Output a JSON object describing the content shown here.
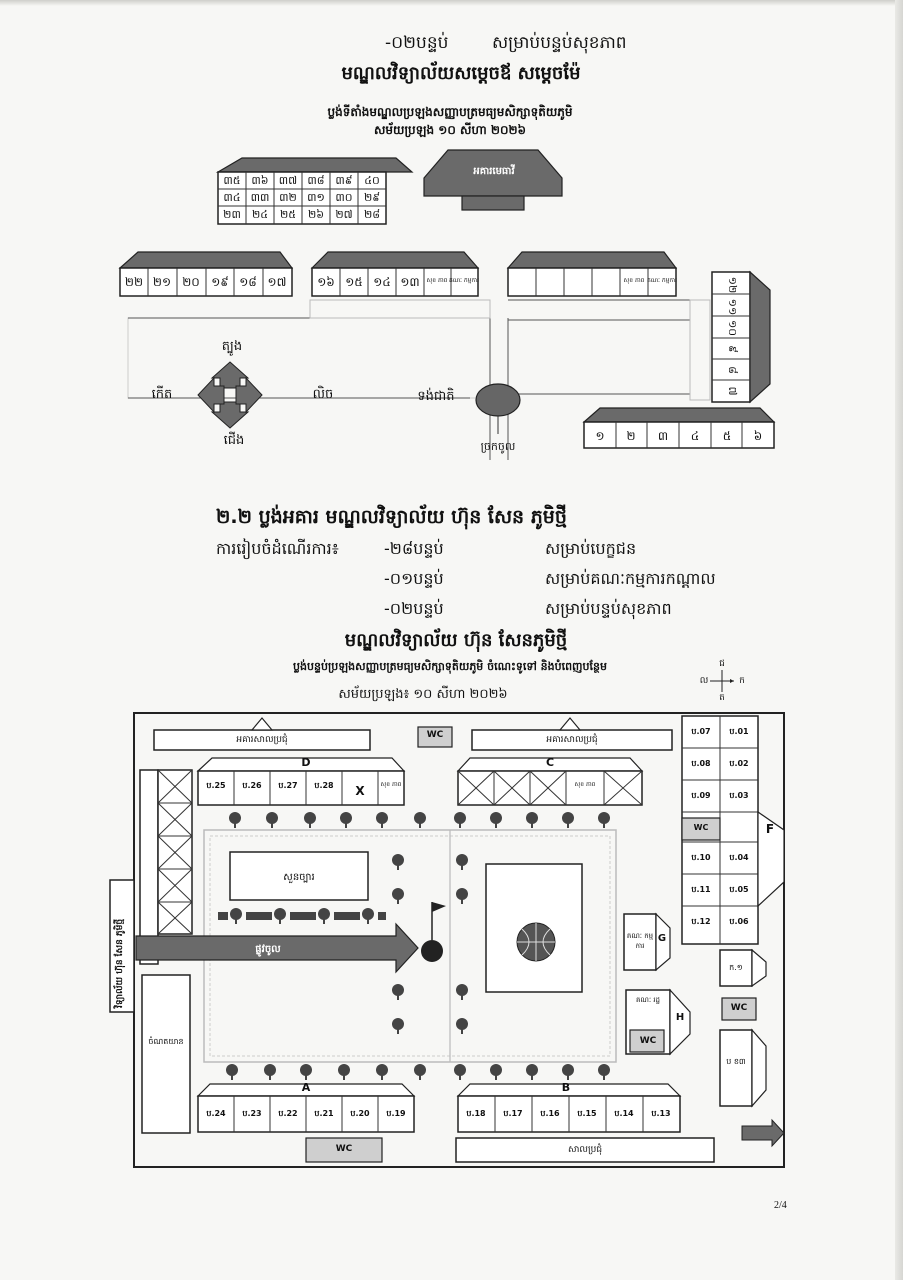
{
  "top": {
    "line1_count": "-០២បន្ទប់",
    "line1_purpose": "សម្រាប់បន្ទប់សុខភាព",
    "center1_name": "មណ្ឌលវិទ្យាល័យសម្តេចឪ សម្តេចម៉ែ",
    "map1_title": "ប្លង់ទីតាំងមណ្ឌលប្រឡងសញ្ញាបត្រមធ្យមសិក្សាទុតិយភូមិ",
    "map1_date": "សម័យប្រឡង ១០ សីហា ២០២៦"
  },
  "map1": {
    "hall_label": "អគារមេធាវី",
    "grid_row1": [
      "៣៥",
      "៣៦",
      "៣៧",
      "៣៨",
      "៣៩",
      "៤០"
    ],
    "grid_row2": [
      "៣៤",
      "៣៣",
      "៣២",
      "៣១",
      "៣០",
      "២៩"
    ],
    "grid_row3": [
      "២៣",
      "២៤",
      "២៥",
      "២៦",
      "២៧",
      "២៨"
    ],
    "row_left": [
      "២២",
      "២១",
      "២០",
      "១៩",
      "១៨",
      "១៧"
    ],
    "row_mid": [
      "១៦",
      "១៥",
      "១៤",
      "១៣"
    ],
    "row_mid_small": [
      "សុខ ភាព",
      "គណៈ កម្មការ"
    ],
    "row_right_small": [
      "សុខ ភាព",
      "គណៈ កម្មការ"
    ],
    "row_vertical": [
      "១២",
      "១១",
      "១០",
      "៩",
      "៨",
      "៧"
    ],
    "row_bottom": [
      "១",
      "២",
      "៣",
      "៤",
      "៥",
      "៦"
    ],
    "compass_north": "ត្បូង",
    "compass_west": "កើត",
    "compass_east": "លិច",
    "compass_south": "ជើង",
    "flag_label": "ទង់ជាតិ",
    "gate_label": "ច្រកចូល"
  },
  "section": {
    "heading": "២.២ ប្លង់អគារ មណ្ឌលវិទ្យាល័យ ហ៊ុន សែន ភូមិថ្មី",
    "arrangement_label": "ការរៀបចំដំណើរការ៖",
    "rows": [
      {
        "count": "-២៨បន្ទប់",
        "purpose": "សម្រាប់បេក្ខជន"
      },
      {
        "count": "-០១បន្ទប់",
        "purpose": "សម្រាប់គណៈកម្មការកណ្តាល"
      },
      {
        "count": "-០២បន្ទប់",
        "purpose": "សម្រាប់បន្ទប់សុខភាព"
      }
    ],
    "center2_name": "មណ្ឌលវិទ្យាល័យ ហ៊ុន សែនភូមិថ្មី",
    "map2_title": "ប្លង់បន្ទប់ប្រឡងសញ្ញាបត្រមធ្យមសិក្សាទុតិយភូមិ ចំណេះទូទៅ និងបំពេញបន្ថែម",
    "map2_date": "សម័យប្រឡង៖ ១០ សីហា ២០២៦"
  },
  "map2": {
    "compass": {
      "n": "ជ",
      "s": "ត",
      "w": "ល",
      "e": "ក"
    },
    "top_left_hall": "អគារសាលប្រជុំ",
    "top_right_hall": "អគារសាលប្រជុំ",
    "wc": "WC",
    "building_d": "D",
    "building_c": "C",
    "building_a": "A",
    "building_b": "B",
    "building_f": "F",
    "building_g": "G",
    "building_h": "H",
    "x_mark": "X",
    "d_rooms": [
      "ប.25",
      "ប.26",
      "ប.27",
      "ប.28"
    ],
    "d_small": "សុខ ភាព",
    "c_small": "សុខ ភាព",
    "a_rooms": [
      "ប.24",
      "ប.23",
      "ប.22",
      "ប.21",
      "ប.20",
      "ប.19"
    ],
    "b_rooms": [
      "ប.18",
      "ប.17",
      "ប.16",
      "ប.15",
      "ប.14",
      "ប.13"
    ],
    "f_left": [
      "ប.07",
      "ប.08",
      "ប.09",
      "WC",
      "ប.10",
      "ប.11",
      "ប.12"
    ],
    "f_right": [
      "ប.01",
      "ប.02",
      "ប.03",
      "",
      "ប.04",
      "ប.05",
      "ប.06"
    ],
    "garden": "សួនច្បារ",
    "entrance": "ផ្លូវចូល",
    "school_sign": "វិទ្យាល័យ ហ៊ុន សែន ភូមិថ្មី",
    "parking": "ចំណតយាន",
    "g_label": "គណៈ កម្មការ",
    "h_label": "គណៈ រដ្ឋ",
    "right_small1": "ក.១",
    "right_small2": "ប ខ៣",
    "bottom_hall": "សាលប្រជុំ"
  },
  "page_number": "2/4"
}
